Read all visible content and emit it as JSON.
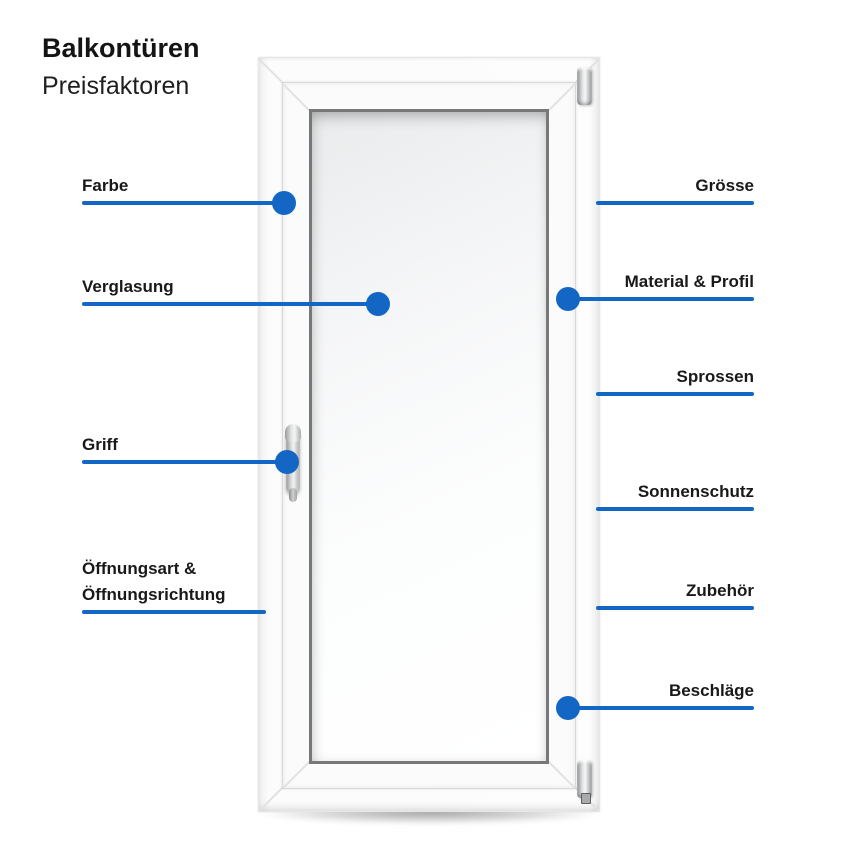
{
  "header": {
    "title": "Balkontüren",
    "subtitle": "Preisfaktoren"
  },
  "colors": {
    "accent": "#1366c4",
    "text": "#1a1a1a",
    "door_frame": "#fdfdfd",
    "gasket": "#76787a"
  },
  "callouts": {
    "left": [
      {
        "label": "Farbe"
      },
      {
        "label": "Verglasung"
      },
      {
        "label": "Griff"
      },
      {
        "label_line1": "Öffnungsart &",
        "label_line2": "Öffnungsrichtung"
      }
    ],
    "right": [
      {
        "label": "Grösse"
      },
      {
        "label": "Material & Profil"
      },
      {
        "label": "Sprossen"
      },
      {
        "label": "Sonnenschutz"
      },
      {
        "label": "Zubehör"
      },
      {
        "label": "Beschläge"
      }
    ]
  }
}
